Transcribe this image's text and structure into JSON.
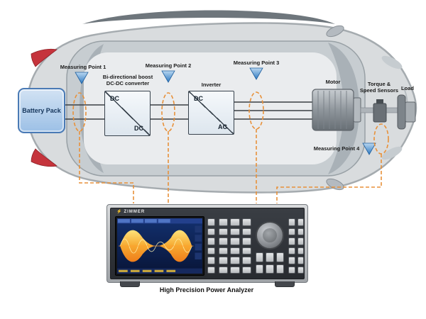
{
  "diagram": {
    "measuring_points": {
      "mp1": "Measuring Point 1",
      "mp2": "Measuring Point 2",
      "mp3": "Measuring Point 3",
      "mp4": "Measuring Point 4"
    },
    "battery": {
      "label": "Battery Pack"
    },
    "dcdc": {
      "title_line1": "Bi-directional boost",
      "title_line2": "DC-DC converter",
      "input_side": "DC",
      "output_side": "DC"
    },
    "inverter": {
      "title": "Inverter",
      "input_side": "DC",
      "output_side": "AC"
    },
    "motor": {
      "label": "Motor"
    },
    "sensors": {
      "line1": "Torque &",
      "line2": "Speed Sensors"
    },
    "load": {
      "label": "Load"
    }
  },
  "analyzer": {
    "brand": "ZIMMER",
    "bolt_icon": "⚡",
    "caption": "High Precision Power Analyzer"
  },
  "colors": {
    "accent-orange": "#E8913A",
    "marker-blue": "#2E79C0",
    "battery-blue": "#9CC0E6",
    "screen-navy": "#0B1C4A",
    "waveform-yellow": "#FFC93C",
    "car-body-gray": "#D9DCDE"
  }
}
